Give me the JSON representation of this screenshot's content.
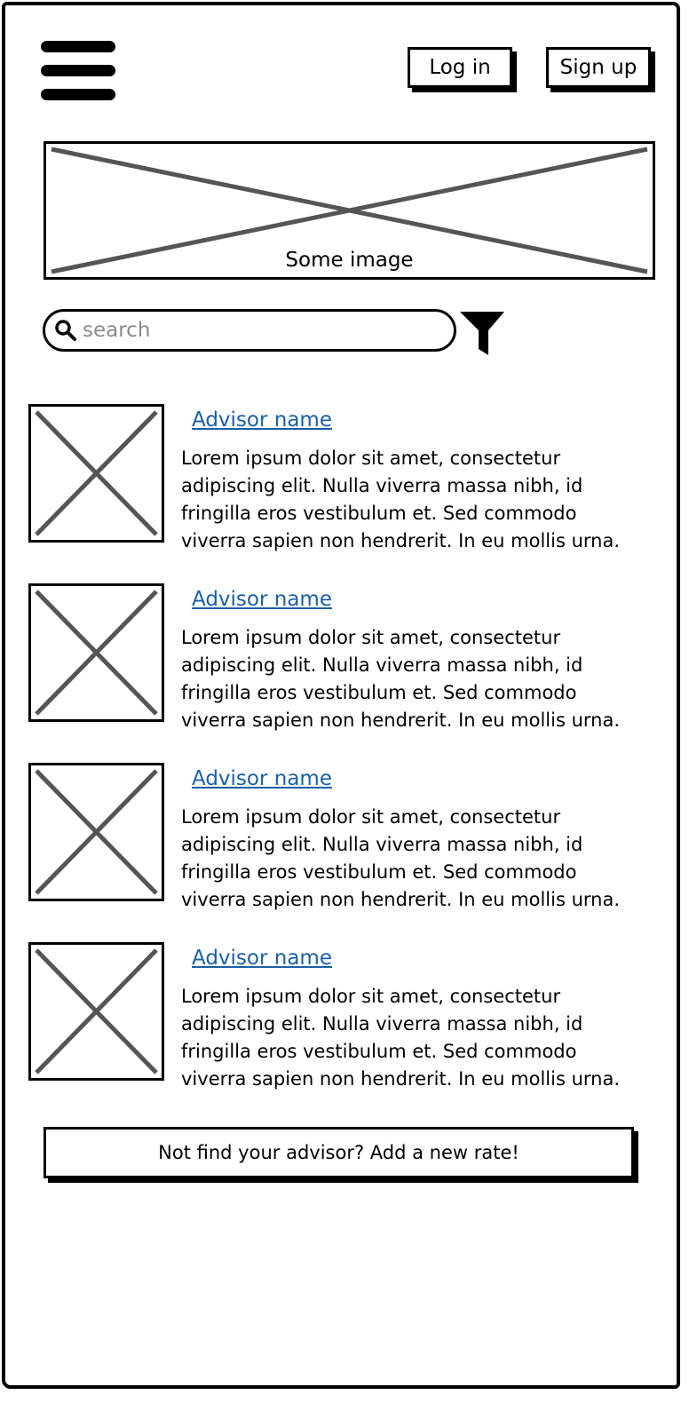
{
  "header": {
    "menu_icon": "hamburger-menu-icon",
    "login_label": "Log in",
    "signup_label": "Sign up"
  },
  "hero": {
    "caption": "Some image"
  },
  "search": {
    "placeholder": "search",
    "value": "",
    "icon": "search-icon",
    "filter_icon": "filter-funnel-icon"
  },
  "advisors": [
    {
      "name": "Advisor name",
      "lines": [
        "Lorem ipsum dolor sit amet, consectetur",
        "adipiscing elit. Nulla viverra massa nibh, id",
        "fringilla eros vestibulum et. Sed commodo",
        "viverra sapien non hendrerit. In eu mollis urna."
      ]
    },
    {
      "name": "Advisor name",
      "lines": [
        "Lorem ipsum dolor sit amet, consectetur",
        "adipiscing elit. Nulla viverra massa nibh, id",
        "fringilla eros vestibulum et. Sed commodo",
        "viverra sapien non hendrerit. In eu mollis urna."
      ]
    },
    {
      "name": "Advisor name",
      "lines": [
        "Lorem ipsum dolor sit amet, consectetur",
        "adipiscing elit. Nulla viverra massa nibh, id",
        "fringilla eros vestibulum et. Sed commodo",
        "viverra sapien non hendrerit. In eu mollis urna."
      ]
    },
    {
      "name": "Advisor name",
      "lines": [
        "Lorem ipsum dolor sit amet, consectetur",
        "adipiscing elit. Nulla viverra massa nibh, id",
        "fringilla eros vestibulum et. Sed commodo",
        "viverra sapien non hendrerit. In eu mollis urna."
      ]
    }
  ],
  "cta": {
    "label": "Not find your advisor? Add a new rate!"
  },
  "colors": {
    "link": "#1a5fa8",
    "placeholder_cross": "#555555",
    "placeholder_text": "#8a8a8a"
  }
}
